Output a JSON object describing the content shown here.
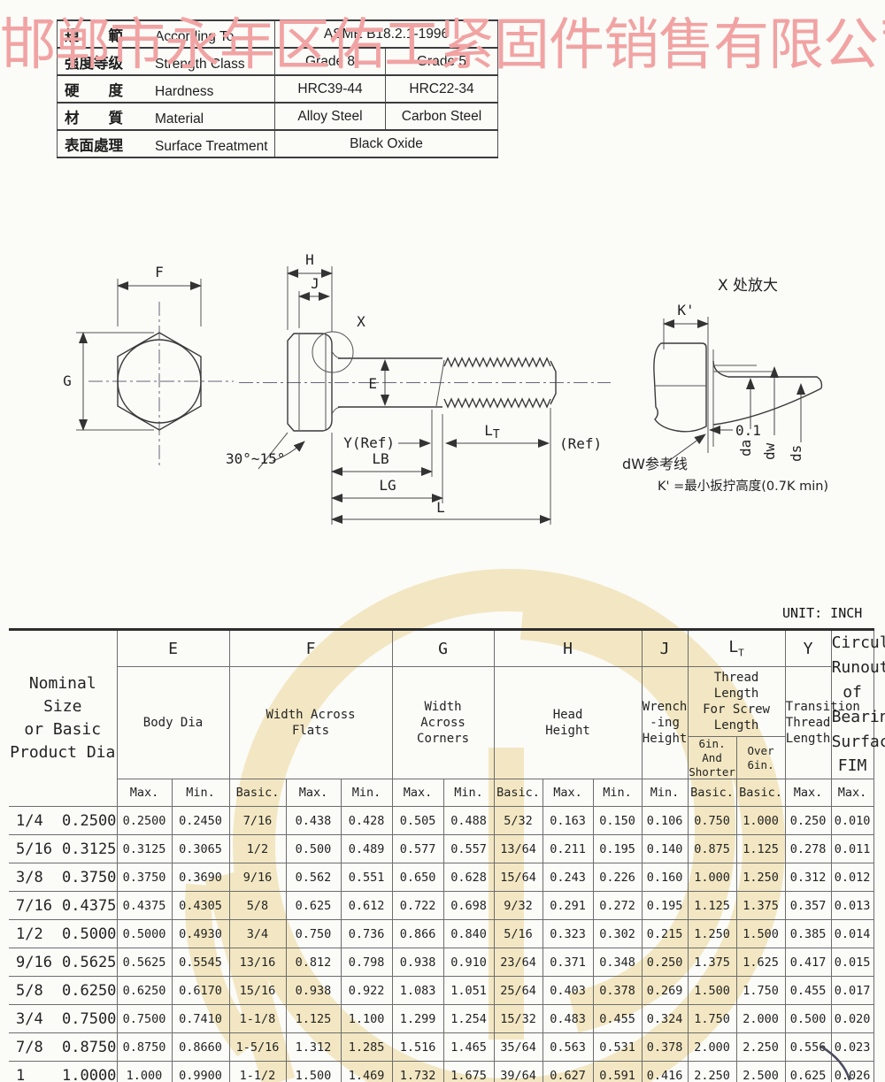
{
  "spec_table": {
    "rows": [
      {
        "cn": "規　　範",
        "en": "According To",
        "v1": "ASME B18.2.1-1996",
        "v2": ""
      },
      {
        "cn": "强度等级",
        "en": "Strength Class",
        "v1": "Grade 8",
        "v2": "Grade 5"
      },
      {
        "cn": "硬　　度",
        "en": "Hardness",
        "v1": "HRC39-44",
        "v2": "HRC22-34"
      },
      {
        "cn": "材　　質",
        "en": "Material",
        "v1": "Alloy Steel",
        "v2": "Carbon Steel"
      },
      {
        "cn": "表面處理",
        "en": "Surface Treatment",
        "v1": "Black Oxide",
        "v2": ""
      }
    ]
  },
  "drawings": {
    "front": {
      "dim_f": "F",
      "dim_g": "G"
    },
    "side": {
      "dim_h": "H",
      "dim_j": "J",
      "detail_mark": "X",
      "dim_e": "E",
      "dim_y": "Y(Ref)",
      "lt_main": "L",
      "lt_sub": "T",
      "ref": "(Ref)",
      "dim_lb": "LB",
      "dim_lg": "LG",
      "dim_l": "L",
      "angle": "30°~15°"
    },
    "detail": {
      "title": "X 处放大",
      "dim_k": "K'",
      "dim_01": "0.1",
      "dim_da": "da",
      "dim_dw": "dw",
      "dim_ds": "ds",
      "ref_line": "dW参考线",
      "note": "K' =最小扳拧高度(0.7K min)"
    }
  },
  "watermark": {
    "company": "邯郸市永年区佑工紧固件销售有限公司",
    "color": "#f19e9e",
    "logo_color": "#f2e6c0"
  },
  "dim_table": {
    "unit": "UNIT: INCH",
    "nominal_header": "Nominal Size\nor Basic\nProduct Dia",
    "letters": {
      "e": "E",
      "f": "F",
      "g": "G",
      "h": "H",
      "j": "J",
      "lt_main": "L",
      "lt_sub": "T",
      "y": "Y"
    },
    "groups": {
      "e": "Body Dia",
      "f": "Width Across\nFlats",
      "g": "Width\nAcross\nCorners",
      "h": "Head\nHeight",
      "j": "Wrench\n-ing\nHeight",
      "lt": "Thread\nLength\nFor Screw\nLength",
      "y": "Transition\nThread\nLength",
      "fim": "Circular\nRunout\nof\nBearing\nSurface\nFIM"
    },
    "lt_subcols": [
      "6in. And\nShorter",
      "Over\n6in."
    ],
    "kinds": [
      "Max.",
      "Min.",
      "Basic.",
      "Max.",
      "Min.",
      "Max.",
      "Min.",
      "Basic.",
      "Max.",
      "Min.",
      "Min.",
      "Basic.",
      "Basic.",
      "Max.",
      "Max."
    ],
    "rows": [
      [
        "1/4",
        "0.2500",
        "0.2500",
        "0.2450",
        "7/16",
        "0.438",
        "0.428",
        "0.505",
        "0.488",
        "5/32",
        "0.163",
        "0.150",
        "0.106",
        "0.750",
        "1.000",
        "0.250",
        "0.010"
      ],
      [
        "5/16",
        "0.3125",
        "0.3125",
        "0.3065",
        "1/2",
        "0.500",
        "0.489",
        "0.577",
        "0.557",
        "13/64",
        "0.211",
        "0.195",
        "0.140",
        "0.875",
        "1.125",
        "0.278",
        "0.011"
      ],
      [
        "3/8",
        "0.3750",
        "0.3750",
        "0.3690",
        "9/16",
        "0.562",
        "0.551",
        "0.650",
        "0.628",
        "15/64",
        "0.243",
        "0.226",
        "0.160",
        "1.000",
        "1.250",
        "0.312",
        "0.012"
      ],
      [
        "7/16",
        "0.4375",
        "0.4375",
        "0.4305",
        "5/8",
        "0.625",
        "0.612",
        "0.722",
        "0.698",
        "9/32",
        "0.291",
        "0.272",
        "0.195",
        "1.125",
        "1.375",
        "0.357",
        "0.013"
      ],
      [
        "1/2",
        "0.5000",
        "0.5000",
        "0.4930",
        "3/4",
        "0.750",
        "0.736",
        "0.866",
        "0.840",
        "5/16",
        "0.323",
        "0.302",
        "0.215",
        "1.250",
        "1.500",
        "0.385",
        "0.014"
      ],
      [
        "9/16",
        "0.5625",
        "0.5625",
        "0.5545",
        "13/16",
        "0.812",
        "0.798",
        "0.938",
        "0.910",
        "23/64",
        "0.371",
        "0.348",
        "0.250",
        "1.375",
        "1.625",
        "0.417",
        "0.015"
      ],
      [
        "5/8",
        "0.6250",
        "0.6250",
        "0.6170",
        "15/16",
        "0.938",
        "0.922",
        "1.083",
        "1.051",
        "25/64",
        "0.403",
        "0.378",
        "0.269",
        "1.500",
        "1.750",
        "0.455",
        "0.017"
      ],
      [
        "3/4",
        "0.7500",
        "0.7500",
        "0.7410",
        "1-1/8",
        "1.125",
        "1.100",
        "1.299",
        "1.254",
        "15/32",
        "0.483",
        "0.455",
        "0.324",
        "1.750",
        "2.000",
        "0.500",
        "0.020"
      ],
      [
        "7/8",
        "0.8750",
        "0.8750",
        "0.8660",
        "1-5/16",
        "1.312",
        "1.285",
        "1.516",
        "1.465",
        "35/64",
        "0.563",
        "0.531",
        "0.378",
        "2.000",
        "2.250",
        "0.556",
        "0.023"
      ],
      [
        "1",
        "1.0000",
        "1.000",
        "0.9900",
        "1-1/2",
        "1.500",
        "1.469",
        "1.732",
        "1.675",
        "39/64",
        "0.627",
        "0.591",
        "0.416",
        "2.250",
        "2.500",
        "0.625",
        "0.026"
      ]
    ]
  }
}
